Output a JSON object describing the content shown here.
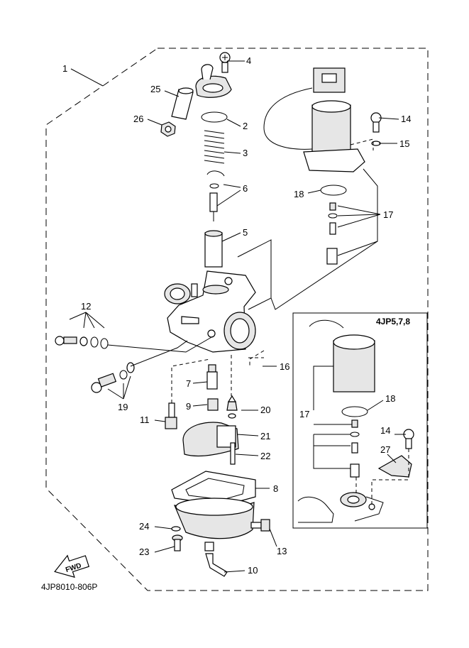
{
  "diagram": {
    "drawing_code": "4JP8010-806P",
    "inset_title": "4JP5,7,8",
    "fwd_badge": "FWD",
    "callouts": {
      "c1": "1",
      "c2": "2",
      "c3": "3",
      "c4": "4",
      "c5": "5",
      "c6": "6",
      "c7": "7",
      "c8": "8",
      "c9": "9",
      "c10": "10",
      "c11": "11",
      "c12": "12",
      "c13": "13",
      "c14": "14",
      "c15": "15",
      "c16": "16",
      "c17": "17",
      "c18": "18",
      "c19": "19",
      "c20": "20",
      "c21": "21",
      "c22": "22",
      "c23": "23",
      "c24": "24",
      "c25": "25",
      "c26": "26",
      "inset_c14": "14",
      "inset_c17": "17",
      "inset_c18": "18",
      "inset_c27": "27"
    }
  }
}
